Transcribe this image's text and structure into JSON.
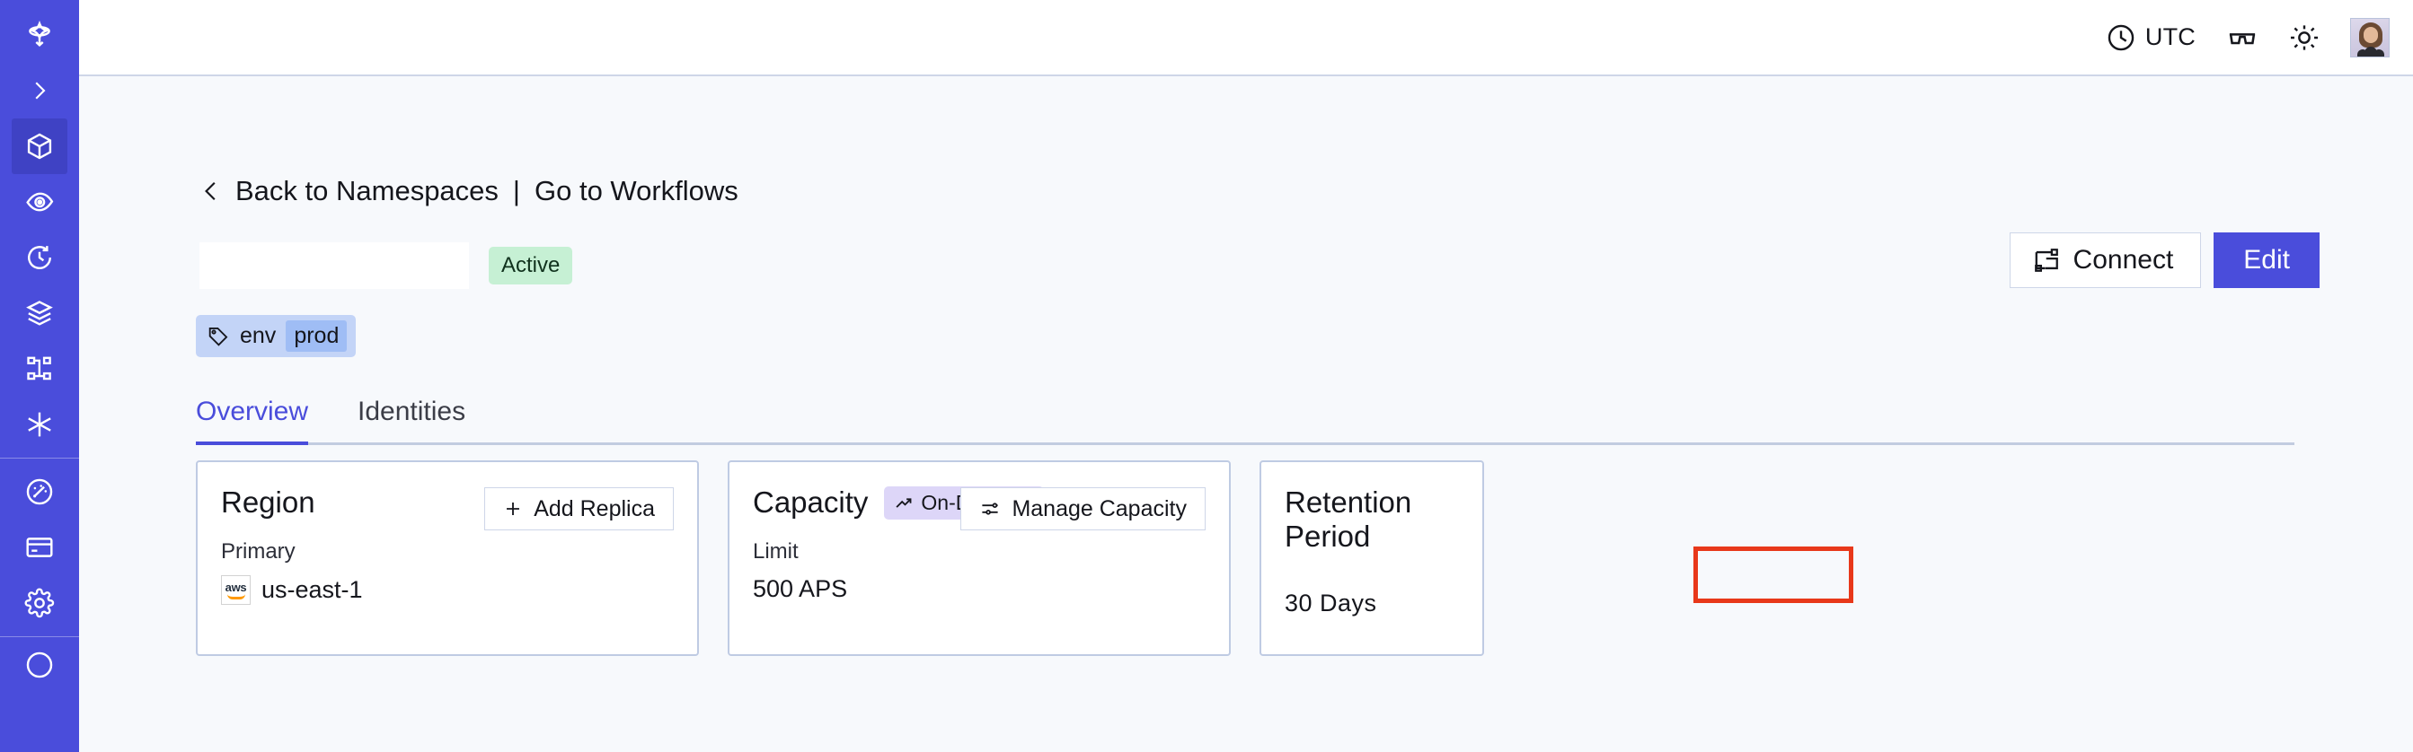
{
  "sidebar": {
    "items": [
      {
        "name": "logo-star-icon",
        "label": "Temporal"
      },
      {
        "name": "expand-chevron-icon",
        "label": "Expand"
      },
      {
        "name": "namespaces-cube-icon",
        "label": "Namespaces",
        "active": true
      },
      {
        "name": "observability-eye-icon",
        "label": "Observability"
      },
      {
        "name": "history-clock-icon",
        "label": "History"
      },
      {
        "name": "layers-icon",
        "label": "Layers"
      },
      {
        "name": "workflows-graph-icon",
        "label": "Workflows"
      },
      {
        "name": "asterisk-icon",
        "label": "Nexus"
      },
      {
        "name": "usage-gauge-icon",
        "label": "Usage"
      },
      {
        "name": "billing-card-icon",
        "label": "Billing"
      },
      {
        "name": "settings-gear-icon",
        "label": "Settings"
      },
      {
        "name": "help-icon",
        "label": "Help"
      }
    ]
  },
  "header": {
    "timezone": "UTC",
    "clock_icon": "clock-icon",
    "glasses_icon": "glasses-icon",
    "theme_icon": "sun-icon",
    "avatar": "user-avatar"
  },
  "breadcrumb": {
    "back_icon": "chevron-left-icon",
    "back_label": "Back to Namespaces",
    "separator": "|",
    "forward_label": "Go to Workflows"
  },
  "namespace": {
    "title": "",
    "status": "Active",
    "tag": {
      "icon": "tag-icon",
      "key": "env",
      "value": "prod"
    }
  },
  "actions": {
    "connect_label": "Connect",
    "connect_icon": "connect-icon",
    "edit_label": "Edit"
  },
  "tabs": [
    {
      "label": "Overview",
      "active": true
    },
    {
      "label": "Identities",
      "active": false
    }
  ],
  "cards": {
    "region": {
      "title": "Region",
      "action_label": "Add Replica",
      "action_icon": "plus-icon",
      "label": "Primary",
      "provider_icon": "aws-logo",
      "provider_text": "aws",
      "value": "us-east-1"
    },
    "capacity": {
      "title": "Capacity",
      "pill_label": "On-Demand",
      "pill_icon": "trending-up-icon",
      "action_label": "Manage Capacity",
      "action_icon": "sliders-icon",
      "label": "Limit",
      "value": "500 APS"
    },
    "retention": {
      "title": "Retention Period",
      "value": "30 Days"
    }
  },
  "annotation": {
    "color": "#e8381a",
    "target": "manage-capacity-button"
  },
  "colors": {
    "sidebar": "#4a4ddb",
    "accent": "#4a4ddb",
    "page_bg": "#f7f9fc",
    "status_active_bg": "#c6f0d4",
    "tag_bg": "#c3d4f7",
    "pill_bg": "#ddd6f8",
    "annotation": "#e8381a"
  }
}
